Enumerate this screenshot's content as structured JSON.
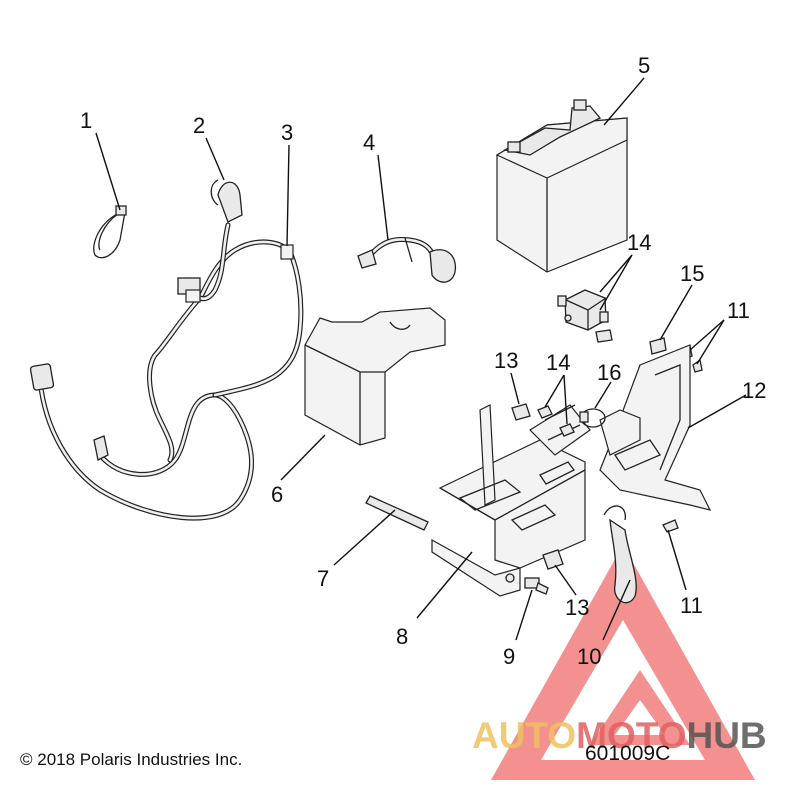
{
  "callouts": [
    "1",
    "2",
    "3",
    "4",
    "5",
    "6",
    "7",
    "8",
    "9",
    "10",
    "11",
    "11",
    "12",
    "13",
    "13",
    "14",
    "14",
    "15",
    "16"
  ],
  "copyright": "© 2018 Polaris Industries Inc.",
  "diagram_number": "601009C",
  "watermark": {
    "part1": "AUTO",
    "part2": "MOTO",
    "part3": "HUB",
    "color_primary": "#f0c060",
    "color_secondary": "#e05050",
    "color_dark": "#444444"
  }
}
